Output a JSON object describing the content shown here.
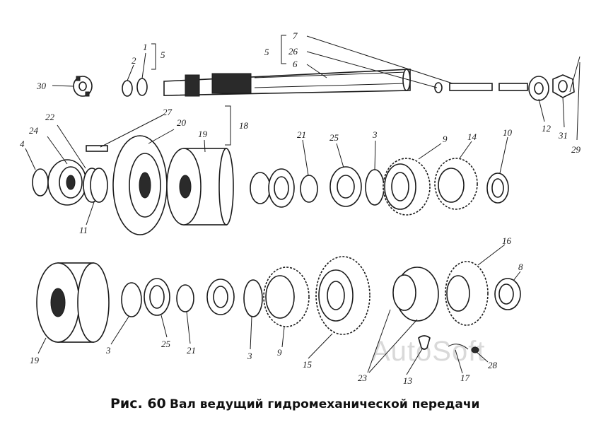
{
  "caption": {
    "number": "Рис. 60",
    "title": "Вал ведущий гидромеханической передачи"
  },
  "watermark": "AutoSoft",
  "labels": {
    "l1": "1",
    "l2": "2",
    "l3": "3",
    "l4": "4",
    "l5": "5",
    "l6": "6",
    "l7": "7",
    "l8": "8",
    "l9": "9",
    "l10": "10",
    "l11": "11",
    "l12": "12",
    "l13": "13",
    "l14": "14",
    "l15": "15",
    "l16": "16",
    "l17": "17",
    "l18": "18",
    "l19": "19",
    "l20": "20",
    "l21": "21",
    "l22": "22",
    "l23": "23",
    "l24": "24",
    "l25": "25",
    "l26": "26",
    "l27": "27",
    "l28": "28",
    "l29": "29",
    "l30": "30",
    "l31": "31"
  },
  "colors": {
    "ink": "#1a1a1a",
    "watermark": "#d9d9d9",
    "paper": "#ffffff"
  }
}
